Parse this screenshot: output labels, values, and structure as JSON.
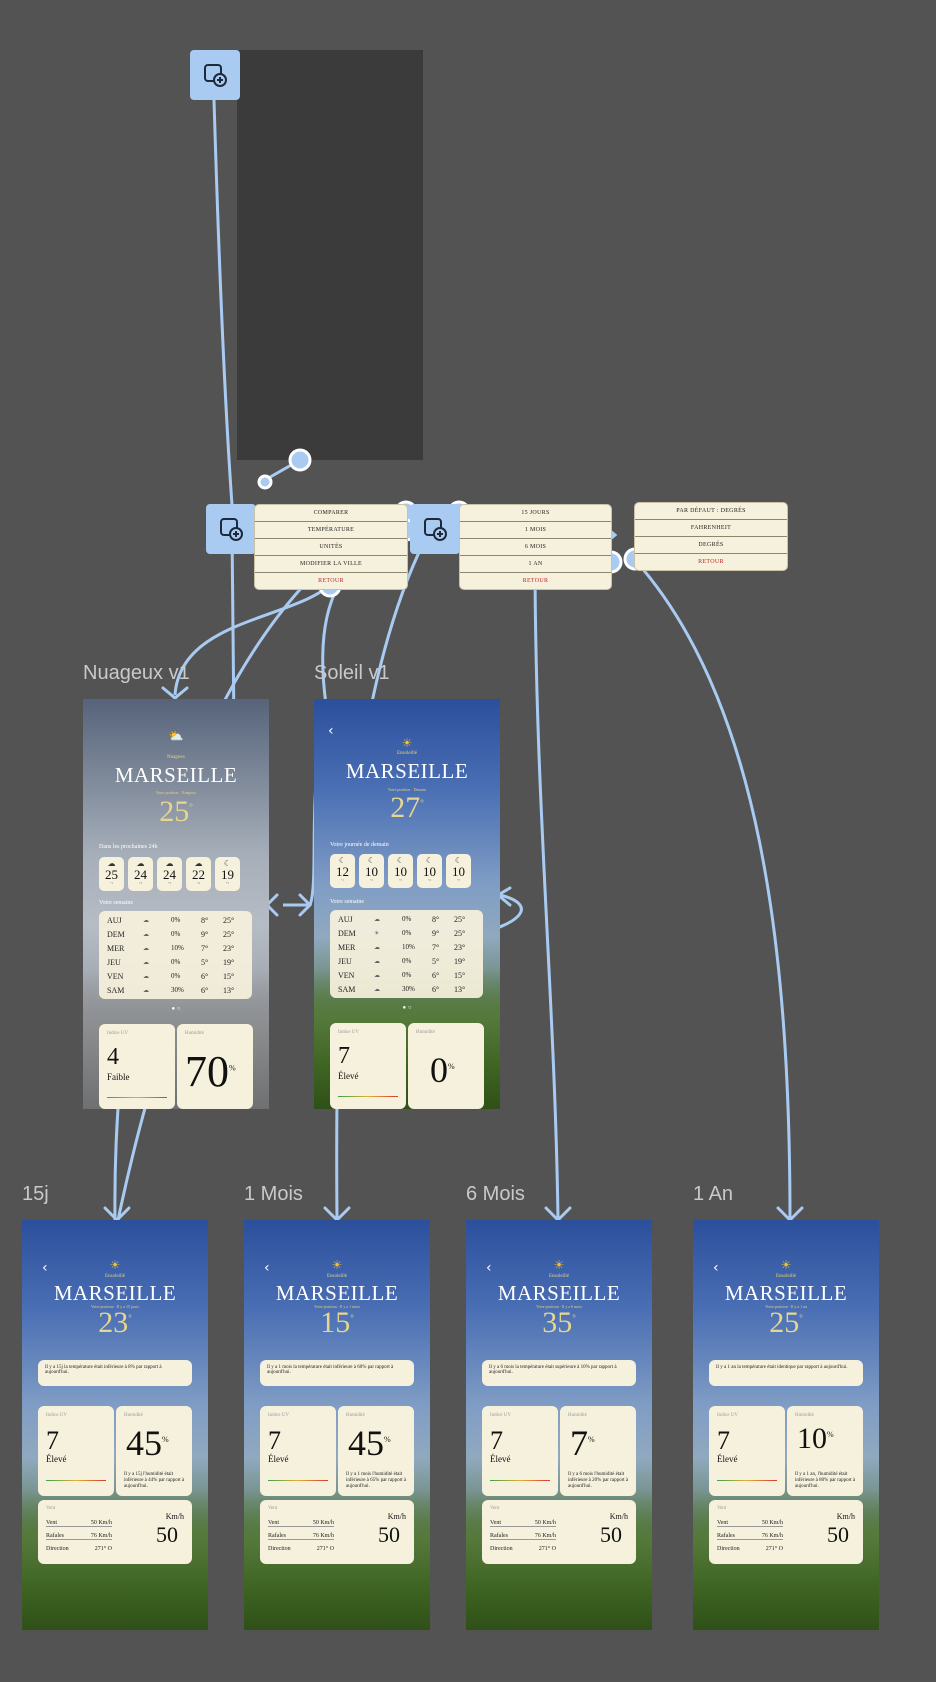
{
  "labels": {
    "nuageux": "Nuageux v1",
    "soleil": "Soleil v1",
    "j15": "15j",
    "mois1": "1 Mois",
    "mois6": "6 Mois",
    "an1": "1 An"
  },
  "menu1": [
    "COMPARER",
    "TEMPÉRATURE",
    "UNITÉS",
    "MODIFIER LA VILLE",
    "RETOUR"
  ],
  "menu2": [
    "15 JOURS",
    "1 MOIS",
    "6 MOIS",
    "1 AN",
    "RETOUR"
  ],
  "menu3": [
    "PAR DÉFAUT : DEGRÉS",
    "FAHRENHEIT",
    "DEGRÉS",
    "RETOUR"
  ],
  "nuageux": {
    "status": "Nuageux",
    "city": "MARSEILLE",
    "subtitle": "Votre position · Nuageux",
    "temp": "25",
    "hours_label": "Dans les prochaines 24h",
    "hours": [
      {
        "v": "25",
        "h": "+1"
      },
      {
        "v": "24",
        "h": "+2"
      },
      {
        "v": "24",
        "h": "+3"
      },
      {
        "v": "22",
        "h": "+4"
      },
      {
        "v": "19",
        "h": "+5"
      }
    ],
    "week_label": "Votre semaine",
    "week": [
      {
        "d": "AUJ",
        "p": "0%",
        "a": "8°",
        "b": "25°"
      },
      {
        "d": "DEM",
        "p": "0%",
        "a": "9°",
        "b": "25°"
      },
      {
        "d": "MER",
        "p": "10%",
        "a": "7°",
        "b": "23°"
      },
      {
        "d": "JEU",
        "p": "0%",
        "a": "5°",
        "b": "19°"
      },
      {
        "d": "VEN",
        "p": "0%",
        "a": "6°",
        "b": "15°"
      },
      {
        "d": "SAM",
        "p": "30%",
        "a": "6°",
        "b": "13°"
      }
    ],
    "uv_title": "Indice UV",
    "uv": "4",
    "uv_level": "Faible",
    "hum_title": "Humidité",
    "hum": "70",
    "percent": "%",
    "dots": "● ○"
  },
  "soleil": {
    "status": "Ensoleillé",
    "city": "MARSEILLE",
    "subtitle": "Votre position · Demain",
    "temp": "27",
    "hours_label": "Votre journée de demain",
    "hours": [
      {
        "v": "12",
        "h": "+1"
      },
      {
        "v": "10",
        "h": "+2"
      },
      {
        "v": "10",
        "h": "+3"
      },
      {
        "v": "10",
        "h": "+4"
      },
      {
        "v": "10",
        "h": "+5"
      }
    ],
    "week_label": "Votre semaine",
    "week": [
      {
        "d": "AUJ",
        "p": "0%",
        "a": "8°",
        "b": "25°"
      },
      {
        "d": "DEM",
        "p": "0%",
        "a": "9°",
        "b": "25°"
      },
      {
        "d": "MER",
        "p": "10%",
        "a": "7°",
        "b": "23°"
      },
      {
        "d": "JEU",
        "p": "0%",
        "a": "5°",
        "b": "19°"
      },
      {
        "d": "VEN",
        "p": "0%",
        "a": "6°",
        "b": "15°"
      },
      {
        "d": "SAM",
        "p": "30%",
        "a": "6°",
        "b": "13°"
      }
    ],
    "uv_title": "Indice UV",
    "uv": "7",
    "uv_level": "Élevé",
    "hum_title": "Humidité",
    "hum": "0",
    "percent": "%",
    "dots": "● ○"
  },
  "history": [
    {
      "key": "j15",
      "status": "Ensoleillé",
      "city": "MARSEILLE",
      "subtitle": "Votre position · Il y a 15 jours",
      "temp": "23",
      "info": "Il y a 15j la température était inférieure à 8% par rapport à aujourd'hui.",
      "uv_title": "Indice UV",
      "uv": "7",
      "uv_level": "Élevé",
      "hum_title": "Humidité",
      "hum": "45",
      "percent": "%",
      "hum_desc": "Il y a 15j l'humidité était inférieure à 44% par rapport à aujourd'hui.",
      "wind_title": "Vent",
      "wind_rows": [
        [
          "Vent",
          "50 Km/h"
        ],
        [
          "Rafales",
          "76 Km/h"
        ],
        [
          "Direction",
          "271° O"
        ]
      ],
      "wind_big": "50",
      "wind_unit": "Km/h"
    },
    {
      "key": "mois1",
      "status": "Ensoleillé",
      "city": "MARSEILLE",
      "subtitle": "Votre position · Il y a 1 mois",
      "temp": "15",
      "info": "Il y a 1 mois la température était inférieure à 60% par rapport à aujourd'hui.",
      "uv_title": "Indice UV",
      "uv": "7",
      "uv_level": "Élevé",
      "hum_title": "Humidité",
      "hum": "45",
      "percent": "%",
      "hum_desc": "Il y a 1 mois l'humidité était inférieure à 65% par rapport à aujourd'hui.",
      "wind_title": "Vent",
      "wind_rows": [
        [
          "Vent",
          "50 Km/h"
        ],
        [
          "Rafales",
          "76 Km/h"
        ],
        [
          "Direction",
          "271° O"
        ]
      ],
      "wind_big": "50",
      "wind_unit": "Km/h"
    },
    {
      "key": "mois6",
      "status": "Ensoleillé",
      "city": "MARSEILLE",
      "subtitle": "Votre position · Il y a 6 mois",
      "temp": "35",
      "info": "Il y a 6 mois la température était supérieure à 10% par rapport à aujourd'hui.",
      "uv_title": "Indice UV",
      "uv": "7",
      "uv_level": "Élevé",
      "hum_title": "Humidité",
      "hum": "7",
      "percent": "%",
      "hum_desc": "Il y a 6 mois l'humidité était inférieure à 20% par rapport à aujourd'hui.",
      "wind_title": "Vent",
      "wind_rows": [
        [
          "Vent",
          "50 Km/h"
        ],
        [
          "Rafales",
          "76 Km/h"
        ],
        [
          "Direction",
          "271° O"
        ]
      ],
      "wind_big": "50",
      "wind_unit": "Km/h"
    },
    {
      "key": "an1",
      "status": "Ensoleillé",
      "city": "MARSEILLE",
      "subtitle": "Votre position · Il y a 1 an",
      "temp": "25",
      "info": "Il y a 1 an la température était identique par rapport à aujourd'hui.",
      "uv_title": "Indice UV",
      "uv": "7",
      "uv_level": "Élevé",
      "hum_title": "Humidité",
      "hum": "10",
      "percent": "%",
      "hum_desc": "Il y a 1 an, l'humidité était inférieure à 80% par rapport à aujourd'hui.",
      "wind_title": "Vent",
      "wind_rows": [
        [
          "Vent",
          "50 Km/h"
        ],
        [
          "Rafales",
          "76 Km/h"
        ],
        [
          "Direction",
          "271° O"
        ]
      ],
      "wind_big": "50",
      "wind_unit": "Km/h"
    }
  ],
  "icons": {
    "hub": "add-screen-icon",
    "back": "‹"
  },
  "colors": {
    "canvas": "#535353",
    "connector": "#a9cbf2",
    "card": "#f6f1dd",
    "gold": "#e8d68e",
    "red": "#c0282a"
  }
}
